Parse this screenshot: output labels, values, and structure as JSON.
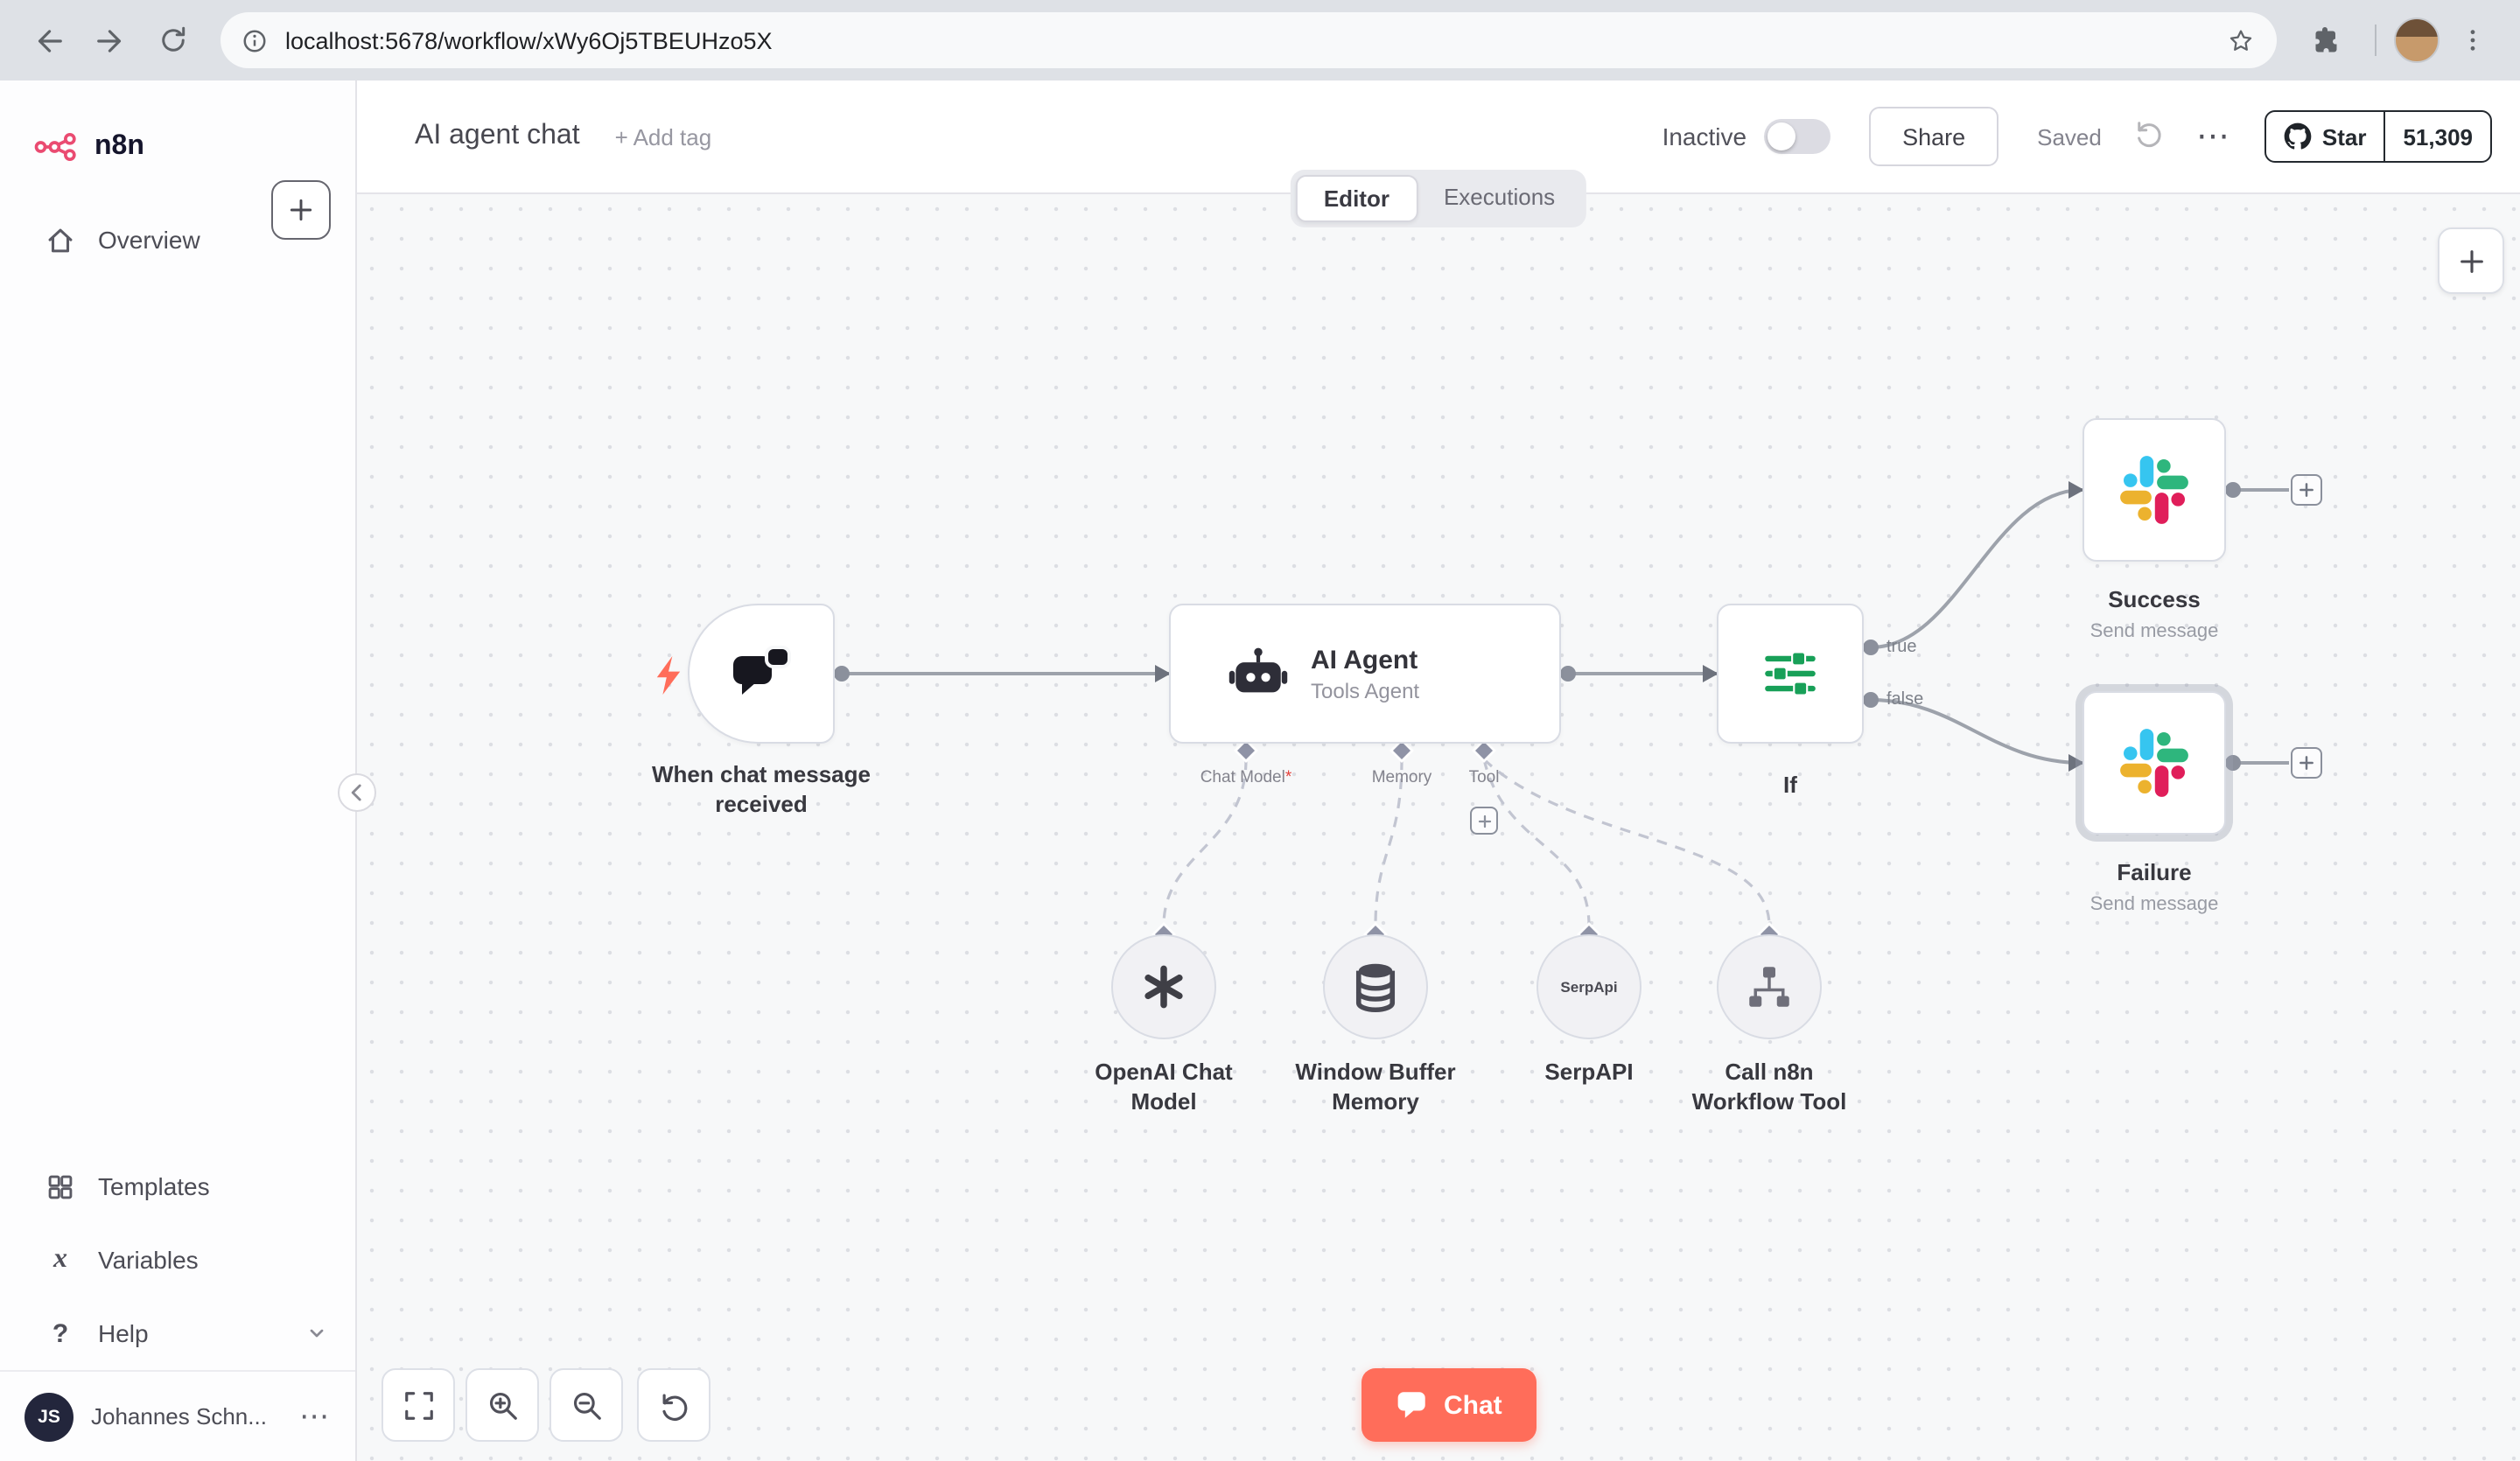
{
  "browser": {
    "url": "localhost:5678/workflow/xWy6Oj5TBEUHzo5X"
  },
  "sidebar": {
    "brand": "n8n",
    "items": [
      {
        "label": "Overview"
      }
    ],
    "bottom_items": [
      {
        "label": "Templates"
      },
      {
        "label": "Variables"
      },
      {
        "label": "Help"
      }
    ],
    "user": {
      "initials": "JS",
      "name": "Johannes Schn...",
      "menu": "⋯"
    }
  },
  "header": {
    "title": "AI agent chat",
    "add_tag": "+ Add tag",
    "activation_label": "Inactive",
    "share_label": "Share",
    "saved_label": "Saved",
    "menu": "⋯",
    "github": {
      "star_label": "Star",
      "count": "51,309"
    }
  },
  "tabs": {
    "editor": "Editor",
    "executions": "Executions"
  },
  "canvas": {
    "trigger": {
      "label": "When chat message received"
    },
    "agent": {
      "title": "AI Agent",
      "subtitle": "Tools Agent",
      "ports": [
        {
          "label": "Chat Model",
          "required": "*"
        },
        {
          "label": "Memory"
        },
        {
          "label": "Tool"
        }
      ]
    },
    "if": {
      "label": "If",
      "out_true": "true",
      "out_false": "false"
    },
    "success": {
      "label": "Success",
      "sub": "Send message"
    },
    "failure": {
      "label": "Failure",
      "sub": "Send message"
    },
    "subnodes": [
      {
        "label": "OpenAI Chat Model"
      },
      {
        "label": "Window Buffer Memory"
      },
      {
        "label": "SerpAPI",
        "badge": "SerpApi"
      },
      {
        "label": "Call n8n Workflow Tool"
      }
    ],
    "chat_button": "Chat"
  },
  "colors": {
    "accent": "#ff6d5a",
    "brand": "#ea4b71",
    "if_green": "#18a058",
    "slack": [
      "#36c5f0",
      "#2eb67d",
      "#ecb22e",
      "#e01e5a"
    ]
  },
  "icons": {
    "trigger": "chat-bubbles-icon",
    "agent": "robot-icon",
    "if": "filter-icon",
    "success": "slack-icon",
    "failure": "slack-icon",
    "openai": "openai-asterisk-icon",
    "memory": "database-icon",
    "tool_workflow": "sitemap-icon"
  }
}
